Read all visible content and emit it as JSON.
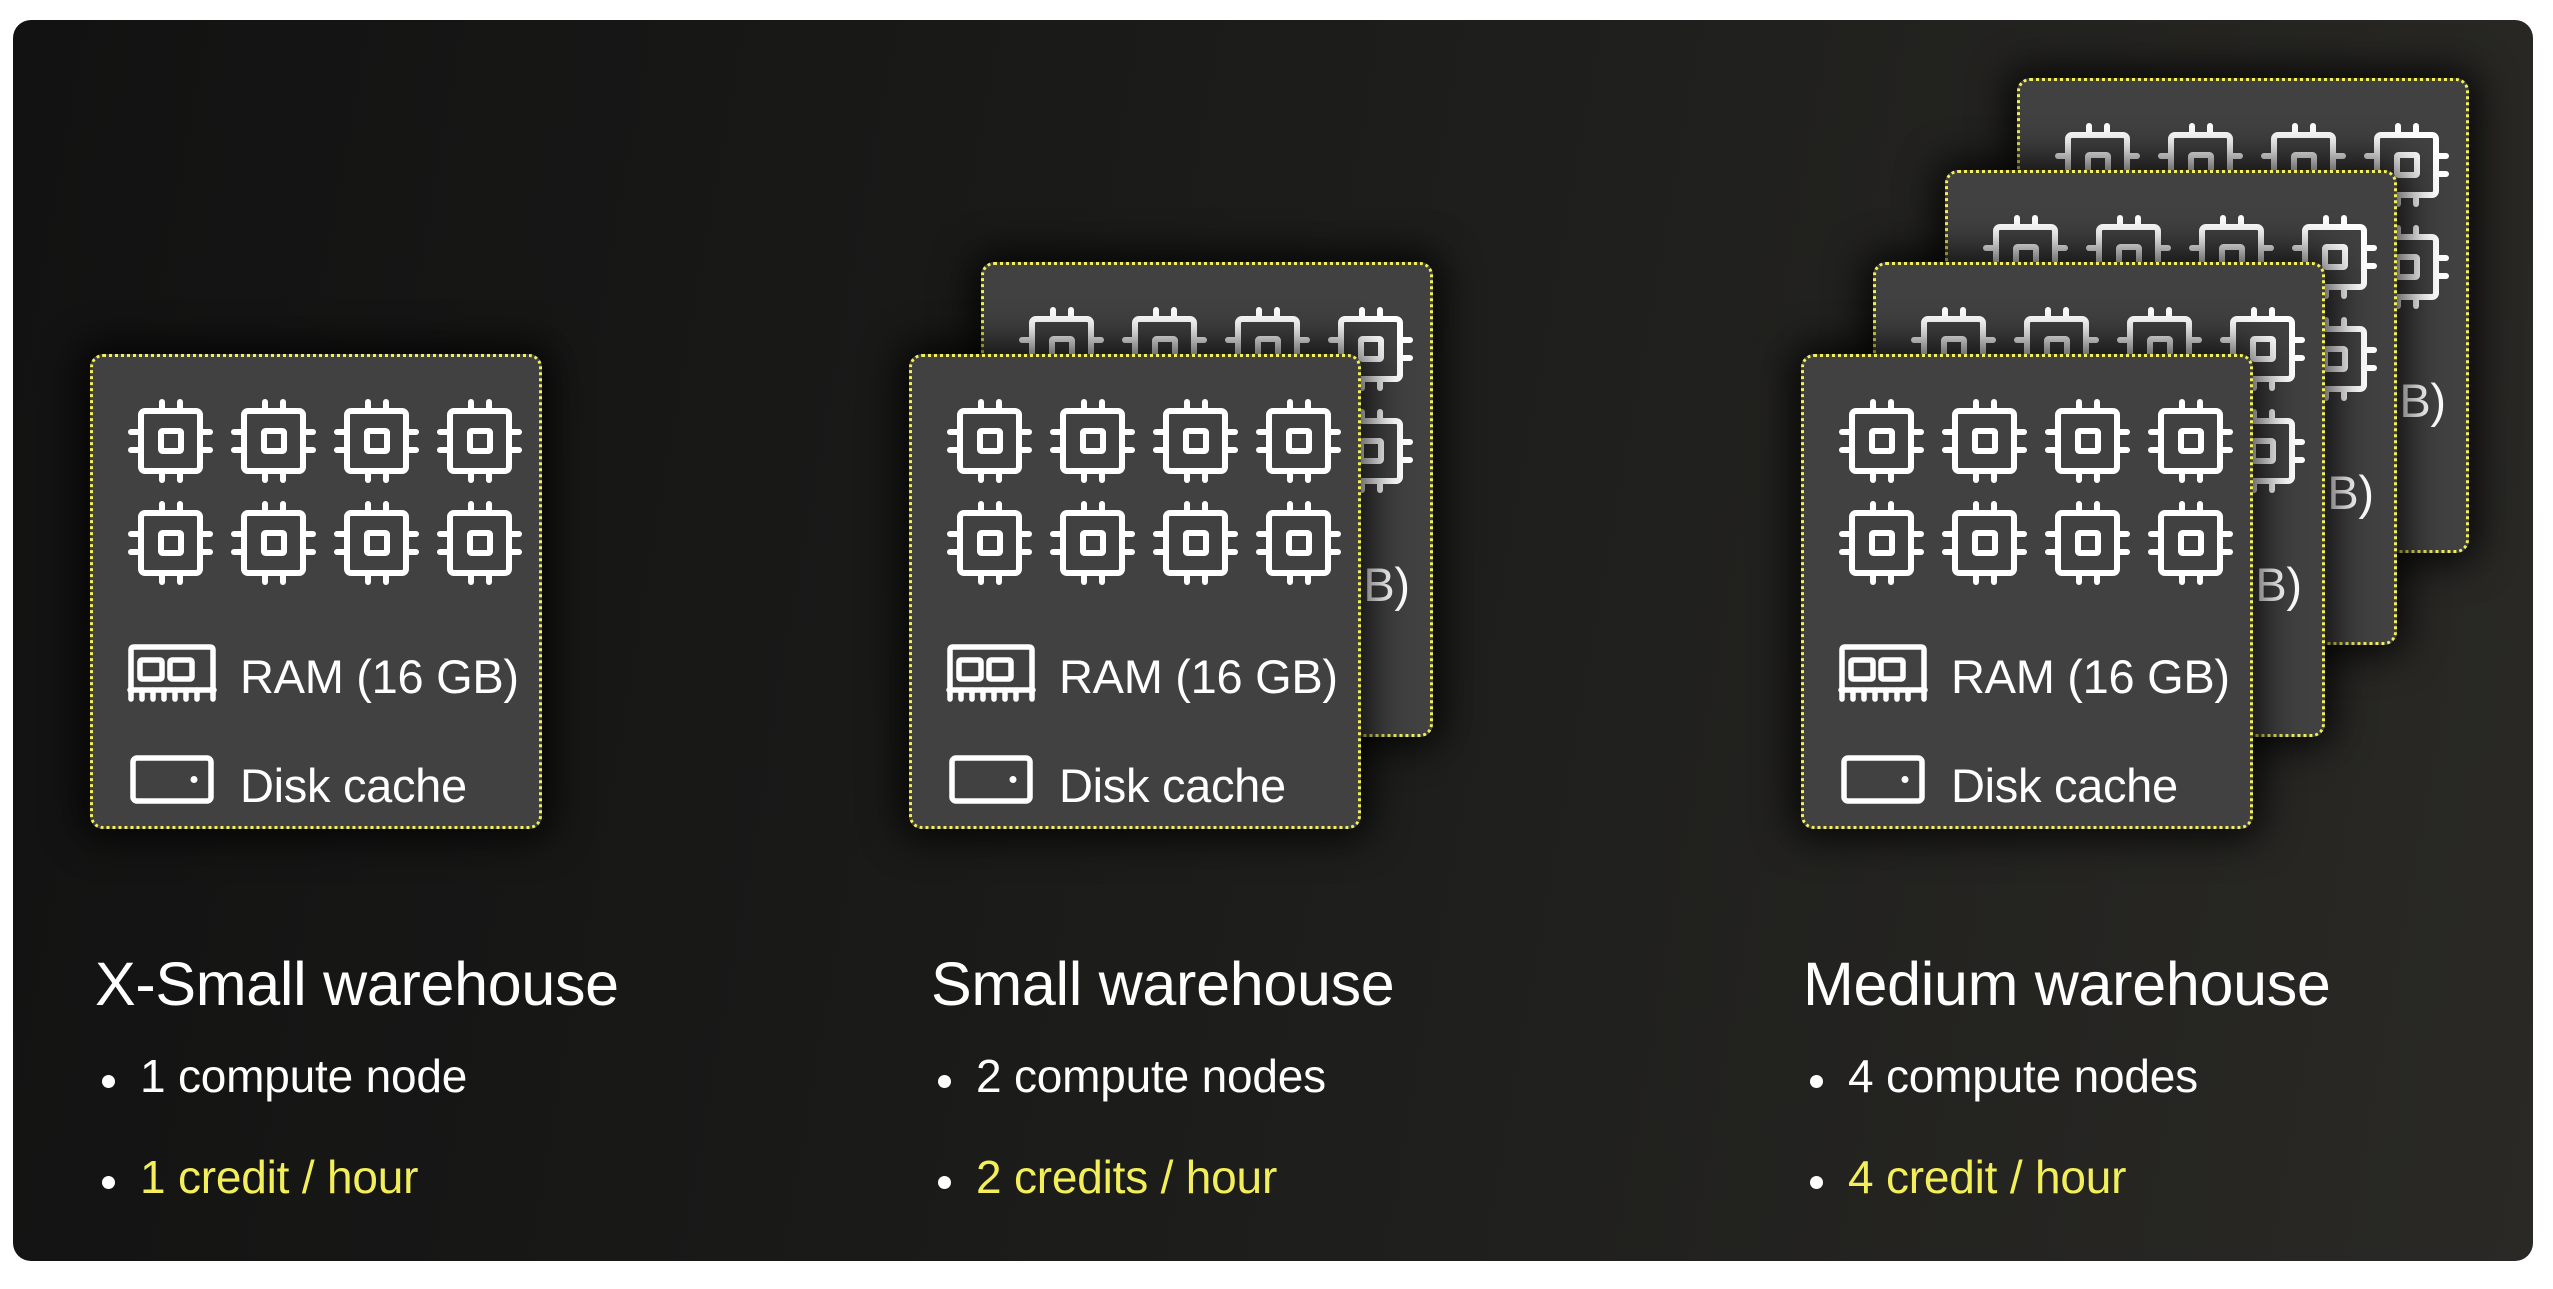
{
  "colors": {
    "background_left": "#121212",
    "background_right": "#2a2925",
    "card_fill": "#414141",
    "card_border": "#f3ef5b",
    "text": "#ffffff",
    "accent": "#f3ef5b"
  },
  "node_card": {
    "cpu_count": 8,
    "cpu_icon": "cpu-chip-icon",
    "ram_icon": "memory-module-icon",
    "ram_label": "RAM (16 GB)",
    "disk_icon": "hard-drive-icon",
    "disk_label": "Disk cache"
  },
  "warehouses": [
    {
      "title": "X-Small warehouse",
      "nodes": 1,
      "nodes_text": "1 compute node",
      "credits_text": "1 credit / hour"
    },
    {
      "title": "Small warehouse",
      "nodes": 2,
      "nodes_text": "2 compute nodes",
      "credits_text": "2 credits / hour"
    },
    {
      "title": "Medium warehouse",
      "nodes": 4,
      "nodes_text": "4 compute nodes",
      "credits_text": "4 credit / hour"
    }
  ]
}
